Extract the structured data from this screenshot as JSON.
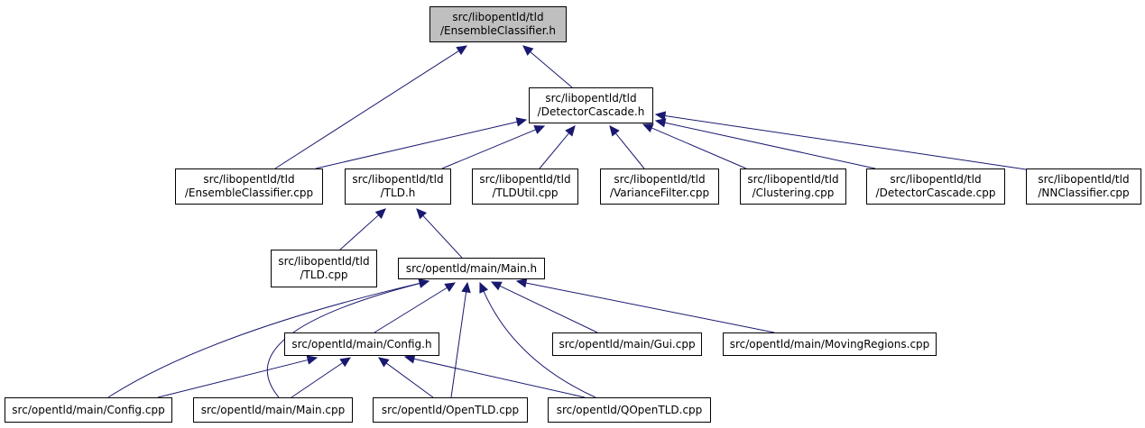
{
  "colors": {
    "edge": "#191970",
    "current_fill": "#bfbfbf",
    "node_fill": "#ffffff",
    "border": "#000000"
  },
  "nodes": [
    {
      "id": "ensemble_h",
      "lines": [
        "src/libopentld/tld",
        "/EnsembleClassifier.h"
      ],
      "current": true
    },
    {
      "id": "detector_h",
      "lines": [
        "src/libopentld/tld",
        "/DetectorCascade.h"
      ]
    },
    {
      "id": "ensemble_cpp",
      "lines": [
        "src/libopentld/tld",
        "/EnsembleClassifier.cpp"
      ]
    },
    {
      "id": "tld_h",
      "lines": [
        "src/libopentld/tld",
        "/TLD.h"
      ]
    },
    {
      "id": "tldutil_cpp",
      "lines": [
        "src/libopentld/tld",
        "/TLDUtil.cpp"
      ]
    },
    {
      "id": "variance_cpp",
      "lines": [
        "src/libopentld/tld",
        "/VarianceFilter.cpp"
      ]
    },
    {
      "id": "clustering_cpp",
      "lines": [
        "src/libopentld/tld",
        "/Clustering.cpp"
      ]
    },
    {
      "id": "detector_cpp",
      "lines": [
        "src/libopentld/tld",
        "/DetectorCascade.cpp"
      ]
    },
    {
      "id": "nnclassifier_cpp",
      "lines": [
        "src/libopentld/tld",
        "/NNClassifier.cpp"
      ]
    },
    {
      "id": "tld_cpp",
      "lines": [
        "src/libopentld/tld",
        "/TLD.cpp"
      ]
    },
    {
      "id": "main_h",
      "lines": [
        "src/opentld/main/Main.h"
      ]
    },
    {
      "id": "config_h",
      "lines": [
        "src/opentld/main/Config.h"
      ]
    },
    {
      "id": "gui_cpp",
      "lines": [
        "src/opentld/main/Gui.cpp"
      ]
    },
    {
      "id": "moving_cpp",
      "lines": [
        "src/opentld/main/MovingRegions.cpp"
      ]
    },
    {
      "id": "config_cpp",
      "lines": [
        "src/opentld/main/Config.cpp"
      ]
    },
    {
      "id": "main_cpp",
      "lines": [
        "src/opentld/main/Main.cpp"
      ]
    },
    {
      "id": "opentld_cpp",
      "lines": [
        "src/opentld/OpenTLD.cpp"
      ]
    },
    {
      "id": "qopentld_cpp",
      "lines": [
        "src/opentld/QOpenTLD.cpp"
      ]
    }
  ],
  "edges": [
    {
      "from": "ensemble_cpp",
      "to": "ensemble_h"
    },
    {
      "from": "detector_h",
      "to": "ensemble_h"
    },
    {
      "from": "ensemble_cpp",
      "to": "detector_h"
    },
    {
      "from": "tld_h",
      "to": "detector_h"
    },
    {
      "from": "tldutil_cpp",
      "to": "detector_h"
    },
    {
      "from": "variance_cpp",
      "to": "detector_h"
    },
    {
      "from": "clustering_cpp",
      "to": "detector_h"
    },
    {
      "from": "detector_cpp",
      "to": "detector_h"
    },
    {
      "from": "nnclassifier_cpp",
      "to": "detector_h"
    },
    {
      "from": "tld_cpp",
      "to": "tld_h"
    },
    {
      "from": "main_h",
      "to": "tld_h"
    },
    {
      "from": "config_cpp",
      "to": "main_h"
    },
    {
      "from": "main_cpp",
      "to": "main_h"
    },
    {
      "from": "config_h",
      "to": "main_h"
    },
    {
      "from": "opentld_cpp",
      "to": "main_h"
    },
    {
      "from": "qopentld_cpp",
      "to": "main_h"
    },
    {
      "from": "gui_cpp",
      "to": "main_h"
    },
    {
      "from": "moving_cpp",
      "to": "main_h"
    },
    {
      "from": "config_cpp",
      "to": "config_h"
    },
    {
      "from": "main_cpp",
      "to": "config_h"
    },
    {
      "from": "opentld_cpp",
      "to": "config_h"
    },
    {
      "from": "qopentld_cpp",
      "to": "config_h"
    }
  ]
}
